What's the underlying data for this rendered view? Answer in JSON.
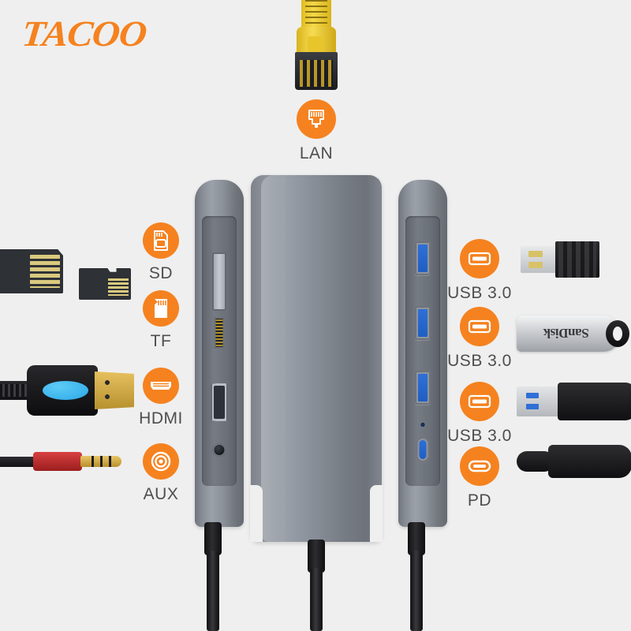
{
  "brand": {
    "name": "TACOO",
    "color": "#F5821F"
  },
  "background_color": "#efefef",
  "label_color": "#4e4e4e",
  "product": {
    "type": "multiport-usb-c-hub",
    "body_color": "#8a9099"
  },
  "ports": {
    "top": [
      {
        "id": "lan",
        "label": "LAN",
        "icon": "rj45-icon",
        "peripheral": "yellow-ethernet-cable"
      }
    ],
    "left": [
      {
        "id": "sd",
        "label": "SD",
        "icon": "sd-card-icon",
        "peripheral": "sd-card"
      },
      {
        "id": "tf",
        "label": "TF",
        "icon": "microsd-card-icon",
        "peripheral": "microsd-card"
      },
      {
        "id": "hdmi",
        "label": "HDMI",
        "icon": "hdmi-port-icon",
        "peripheral": "hdmi-cable"
      },
      {
        "id": "aux",
        "label": "AUX",
        "icon": "audio-jack-icon",
        "peripheral": "aux-cable"
      }
    ],
    "right": [
      {
        "id": "usb1",
        "label": "USB 3.0",
        "icon": "usb-a-icon",
        "peripheral": "usb-wireless-dongle"
      },
      {
        "id": "usb2",
        "label": "USB 3.0",
        "icon": "usb-a-icon",
        "peripheral": "sandisk-flash-drive"
      },
      {
        "id": "usb3",
        "label": "USB 3.0",
        "icon": "usb-a-icon",
        "peripheral": "usb-3-cable"
      },
      {
        "id": "pd",
        "label": "PD",
        "icon": "usb-c-icon",
        "peripheral": "usb-c-cable"
      }
    ]
  },
  "peripherals": {
    "sandisk_brand": "SanDisk"
  }
}
